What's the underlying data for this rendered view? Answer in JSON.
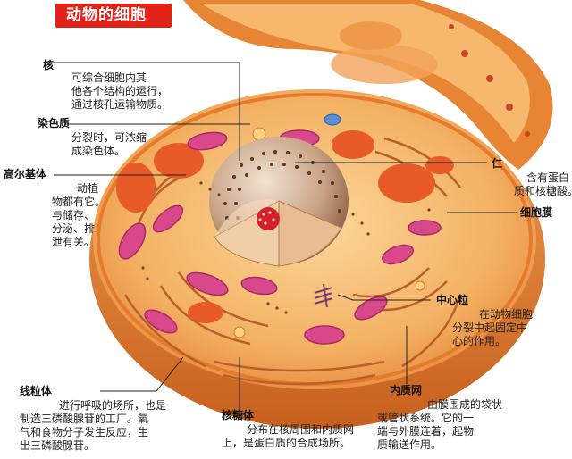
{
  "title": "动物的细胞",
  "labels": {
    "nucleus": {
      "name": "核",
      "lines": [
        "可综合细胞内其",
        "他各个结构的运行，",
        "通过核孔运输物质。"
      ]
    },
    "chromatin": {
      "name": "染色质",
      "lines": [
        "分裂时，可浓缩",
        "成染色体。"
      ]
    },
    "golgi": {
      "name": "高尔基体",
      "lines": [
        "动植",
        "物都有它。",
        "与储存、",
        "分泌、排",
        "泄有关。"
      ]
    },
    "nucleolus": {
      "name": "仁",
      "lines": [
        "含有蛋白",
        "质和核糖酸。"
      ]
    },
    "membrane": {
      "name": "细胞膜",
      "lines": []
    },
    "centriole": {
      "name": "中心粒",
      "lines": [
        "在动物细胞",
        "分裂中起固定中",
        "心的作用。"
      ]
    },
    "mitochondria": {
      "name": "线粒体",
      "lines": [
        "进行呼吸的场所，也是",
        "制造三磷酸腺苷的工厂。氧",
        "气和食物分子发生反应，生",
        "出三磷酸腺苷。"
      ]
    },
    "ribosome": {
      "name": "核糖体",
      "lines": [
        "分布在核周围和内质网",
        "上，是蛋白质的合成场所。"
      ]
    },
    "er": {
      "name": "内质网",
      "lines": [
        "由膜围成的袋状",
        "或管状系统。它的一",
        "端与外膜连着，起物",
        "质输送作用。"
      ]
    }
  },
  "colors": {
    "title_bg": "#e2231a",
    "cytoplasm": "#f4b058",
    "membrane": "#e88a2e",
    "mitochondria": "#d94a8a",
    "golgi": "#e65a2a",
    "nucleus": "#c7a27a",
    "nucleolus": "#d4202a"
  }
}
